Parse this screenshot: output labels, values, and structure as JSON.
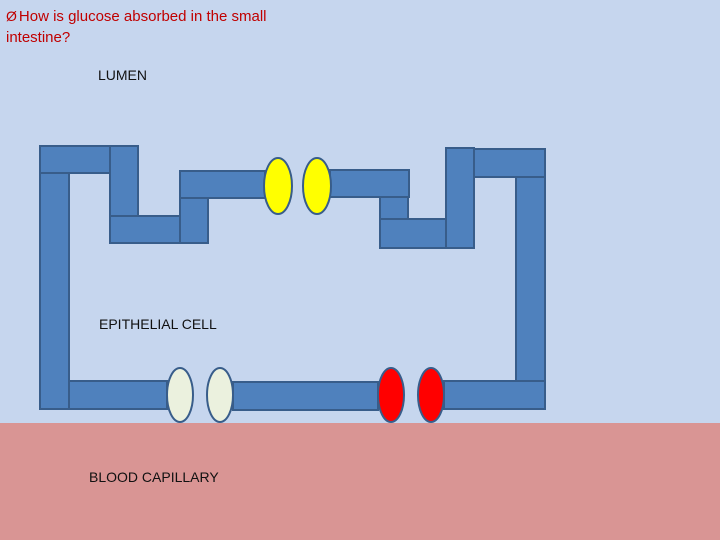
{
  "title": {
    "bullet": "Ø",
    "question": "How is glucose absorbed in the small intestine?"
  },
  "labels": {
    "lumen": "LUMEN",
    "epithelial_cell": "EPITHELIAL CELL",
    "blood_capillary": "BLOOD CAPILLARY"
  },
  "colors": {
    "lumen_background": "#c6d6ee",
    "blood_background": "#d99594",
    "membrane_fill": "#4f81bd",
    "membrane_outline": "#385d8a",
    "title_text": "#c00000",
    "apical_protein": "#ffff00",
    "basal_protein_left": "#ebf1de",
    "basal_protein_right": "#ff0000"
  }
}
